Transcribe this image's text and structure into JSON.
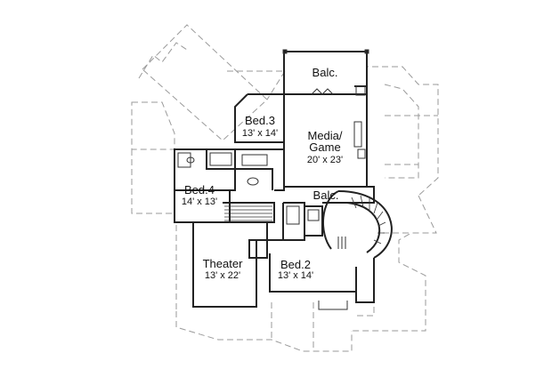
{
  "floor_plan": {
    "rooms": [
      {
        "id": "balc-top",
        "name": "Balc.",
        "dims": ""
      },
      {
        "id": "bed3",
        "name": "Bed.3",
        "dims": "13' x 14'"
      },
      {
        "id": "media",
        "name": "Media/",
        "name2": "Game",
        "dims": "20' x 23'"
      },
      {
        "id": "bed4",
        "name": "Bed.4",
        "dims": "14' x 13'"
      },
      {
        "id": "balc-mid",
        "name": "Balc.",
        "dims": ""
      },
      {
        "id": "theater",
        "name": "Theater",
        "dims": "13' x 22'"
      },
      {
        "id": "bed2",
        "name": "Bed.2",
        "dims": "13' x 14'"
      }
    ]
  }
}
